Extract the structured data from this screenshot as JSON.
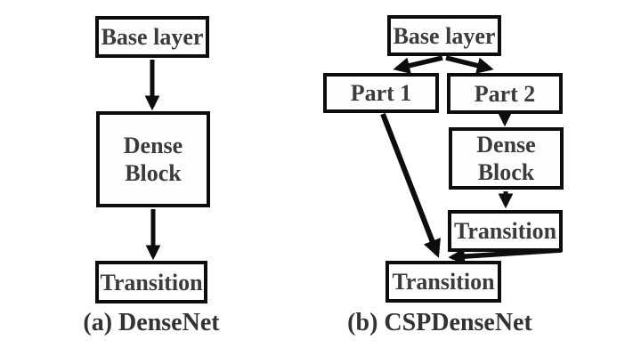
{
  "figure": {
    "background_color": "#ffffff",
    "line_color": "#0d0d0d",
    "text_color": "#3b3b3b"
  },
  "left": {
    "caption": "(a) DenseNet",
    "nodes": {
      "base_layer": "Base layer",
      "dense_block": "Dense Block",
      "transition": "Transition"
    }
  },
  "right": {
    "caption": "(b) CSPDenseNet",
    "nodes": {
      "base_layer": "Base layer",
      "part1": "Part 1",
      "part2": "Part 2",
      "dense_block": "Dense Block",
      "transition_upper": "Transition",
      "transition_lower": "Transition"
    }
  }
}
